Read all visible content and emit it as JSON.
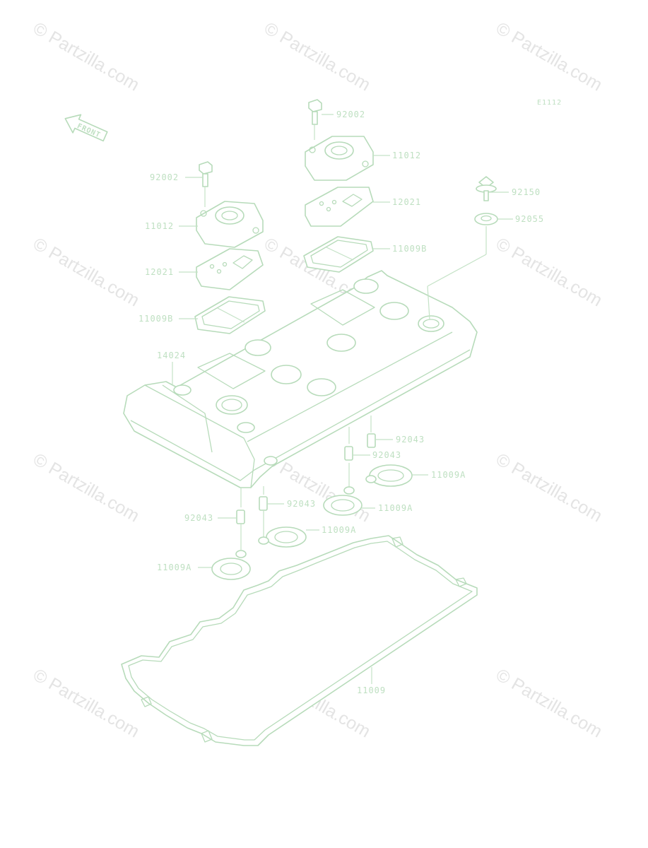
{
  "diagram_code": "E1112",
  "front_label": "FRONT",
  "watermark": "© Partzilla.com",
  "callouts": {
    "bolt_top": "92002",
    "cover_top": "11012",
    "plate_top": "12021",
    "gasket_top": "11009B",
    "bolt_right": "92150",
    "washer_right": "92055",
    "bolt_left": "92002",
    "cover_left": "11012",
    "plate_left": "12021",
    "gasket_left": "11009B",
    "head_cover": "14024",
    "dowel_a": "92043",
    "dowel_b": "92043",
    "dowel_c": "92043",
    "dowel_d": "92043",
    "oring_a": "11009A",
    "oring_b": "11009A",
    "oring_c": "11009A",
    "oring_d": "11009A",
    "main_gasket": "11009"
  },
  "colors": {
    "line": "#b7dbba",
    "text": "#bfe0c2",
    "watermark": "#e4e4e4"
  }
}
